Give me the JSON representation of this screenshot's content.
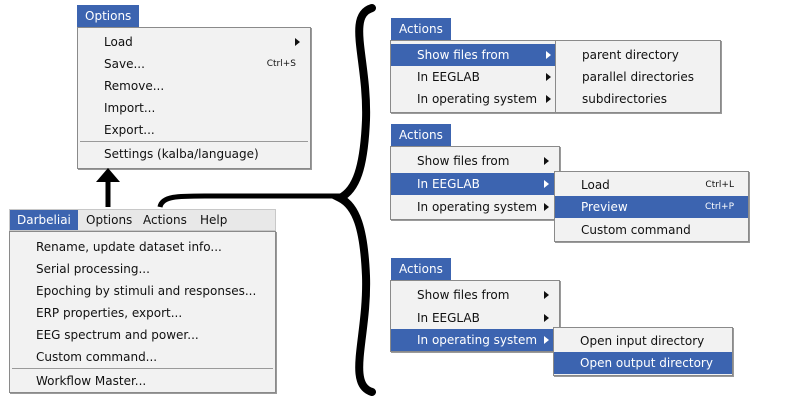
{
  "options_menu": {
    "title": "Options",
    "items": [
      {
        "label": "Load",
        "submenu": true
      },
      {
        "label": "Save...",
        "shortcut": "Ctrl+S"
      },
      {
        "label": "Remove..."
      },
      {
        "label": "Import..."
      },
      {
        "label": "Export..."
      },
      {
        "label": "Settings (kalba/language)"
      }
    ]
  },
  "menubar": {
    "items": [
      "Darbeliai",
      "Options",
      "Actions",
      "Help"
    ],
    "selected": "Darbeliai"
  },
  "darbeliai_menu": {
    "items": [
      "Rename, update dataset info...",
      "Serial processing...",
      "Epoching by stimuli and responses...",
      "ERP properties, export...",
      "EEG spectrum and power...",
      "Custom command...",
      "Workflow Master..."
    ]
  },
  "actions_menus": [
    {
      "title": "Actions",
      "items": [
        "Show files from",
        "In EEGLAB",
        "In operating system"
      ],
      "selected": "Show files from",
      "submenu": {
        "items": [
          {
            "label": "parent directory"
          },
          {
            "label": "parallel directories"
          },
          {
            "label": "subdirectories"
          }
        ]
      }
    },
    {
      "title": "Actions",
      "items": [
        "Show files from",
        "In EEGLAB",
        "In operating system"
      ],
      "selected": "In EEGLAB",
      "submenu": {
        "items": [
          {
            "label": "Load",
            "shortcut": "Ctrl+L"
          },
          {
            "label": "Preview",
            "shortcut": "Ctrl+P",
            "selected": true
          },
          {
            "label": "Custom command"
          }
        ]
      }
    },
    {
      "title": "Actions",
      "items": [
        "Show files from",
        "In EEGLAB",
        "In operating system"
      ],
      "selected": "In operating system",
      "submenu": {
        "items": [
          {
            "label": "Open input directory"
          },
          {
            "label": "Open output directory",
            "selected": true
          }
        ]
      }
    }
  ],
  "colors": {
    "selection": "#3c64b0",
    "menu_background": "#f2f2f2",
    "menubar_background": "#e8e8e8"
  },
  "icons": [
    "submenu-arrow-icon",
    "up-arrow-icon",
    "brace-icon"
  ]
}
